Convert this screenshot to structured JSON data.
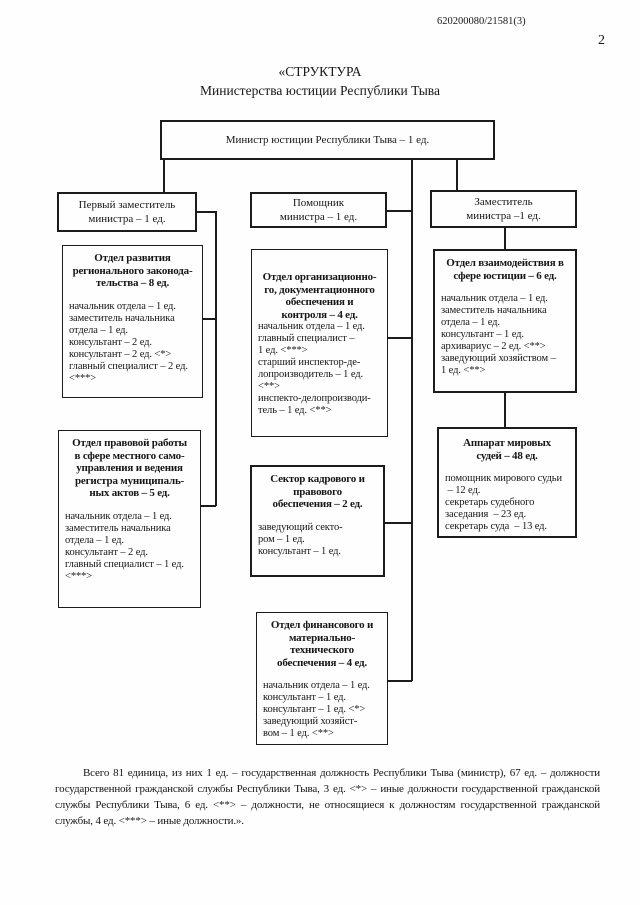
{
  "page": {
    "doc_number": "620200080/21581(3)",
    "page_number": "2",
    "title_lines": [
      "«СТРУКТУРА",
      "Министерства юстиции Республики Тыва"
    ],
    "footer_text": "Всего 81 единица, из них 1 ед. – государственная должность Республики Тыва (министр), 67 ед. – должности государственной гражданской службы Республики Тыва, 3 ед. <*> – иные должности государственной гражданской службы Республики Тыва, 6 ед. <**> – должности, не относящиеся к должностям государственной гражданской службы, 4 ед. <***> – иные должности.»."
  },
  "org_chart": {
    "minister": {
      "label_lines": [
        "Министр юстиции Республики Тыва – 1 ед."
      ]
    },
    "first_deputy": {
      "label_lines": [
        "Первый заместитель",
        "министра – 1 ед."
      ]
    },
    "assistant": {
      "label_lines": [
        "Помощник",
        "министра – 1 ед."
      ]
    },
    "deputy": {
      "label_lines": [
        "Заместитель",
        "министра –1 ед."
      ]
    },
    "dept_regional": {
      "title_lines": [
        "Отдел развития",
        "регионального законода-",
        "тельства – 8 ед."
      ],
      "body_lines": [
        "начальник отдела – 1 ед.",
        "заместитель начальника",
        "отдела – 1 ед.",
        "консультант – 2 ед.",
        "консультант – 2 ед. <*>",
        "главный специалист – 2 ед.",
        "<***>"
      ]
    },
    "dept_legal": {
      "title_lines": [
        "Отдел правовой работы",
        "в сфере местного само-",
        "управления и ведения",
        "регистра муниципаль-",
        "ных актов – 5 ед."
      ],
      "body_lines": [
        "начальник отдела – 1 ед.",
        "заместитель начальника",
        "отдела – 1 ед.",
        "консультант – 2 ед.",
        "главный специалист – 1 ед.",
        "<***>"
      ]
    },
    "dept_org": {
      "title_lines": [
        "Отдел организационно-",
        "го, документационного",
        "обеспечения и",
        "контроля – 4 ед."
      ],
      "body_lines": [
        "начальник отдела – 1 ед.",
        "главный специалист –",
        "1 ед. <***>",
        "старший инспектор-де-",
        "лопроизводитель – 1 ед.",
        "<**>",
        "инспекто-делопроизводи-",
        "тель – 1 ед. <**>"
      ]
    },
    "sector_hr": {
      "title_lines": [
        "Сектор кадрового и",
        "правового",
        "обеспечения – 2 ед."
      ],
      "body_lines": [
        "заведующий секто-",
        "ром – 1 ед.",
        "консультант – 1 ед."
      ]
    },
    "dept_finance": {
      "title_lines": [
        "Отдел финансового и",
        "материально-",
        "технического",
        "обеспечения – 4 ед."
      ],
      "body_lines": [
        "начальник отдела – 1 ед.",
        "консультант – 1 ед.",
        "консультант – 1 ед. <*>",
        "заведующий хозяйст-",
        "вом – 1 ед. <**>"
      ]
    },
    "dept_justice": {
      "title_lines": [
        "Отдел взаимодействия в",
        "сфере юстиции – 6 ед."
      ],
      "body_lines": [
        "начальник отдела – 1 ед.",
        "заместитель начальника",
        "отдела – 1 ед.",
        "консультант – 1 ед.",
        "архивариус – 2 ед. <**>",
        "заведующий хозяйством –",
        "1 ед. <**>"
      ]
    },
    "court_apparatus": {
      "title_lines": [
        "Аппарат мировых",
        "судей – 48 ед."
      ],
      "body_lines": [
        "помощник мирового судьи",
        " – 12 ед.",
        "секретарь судебного",
        "заседания  – 23 ед.",
        "секретарь суда  – 13 ед."
      ]
    }
  }
}
